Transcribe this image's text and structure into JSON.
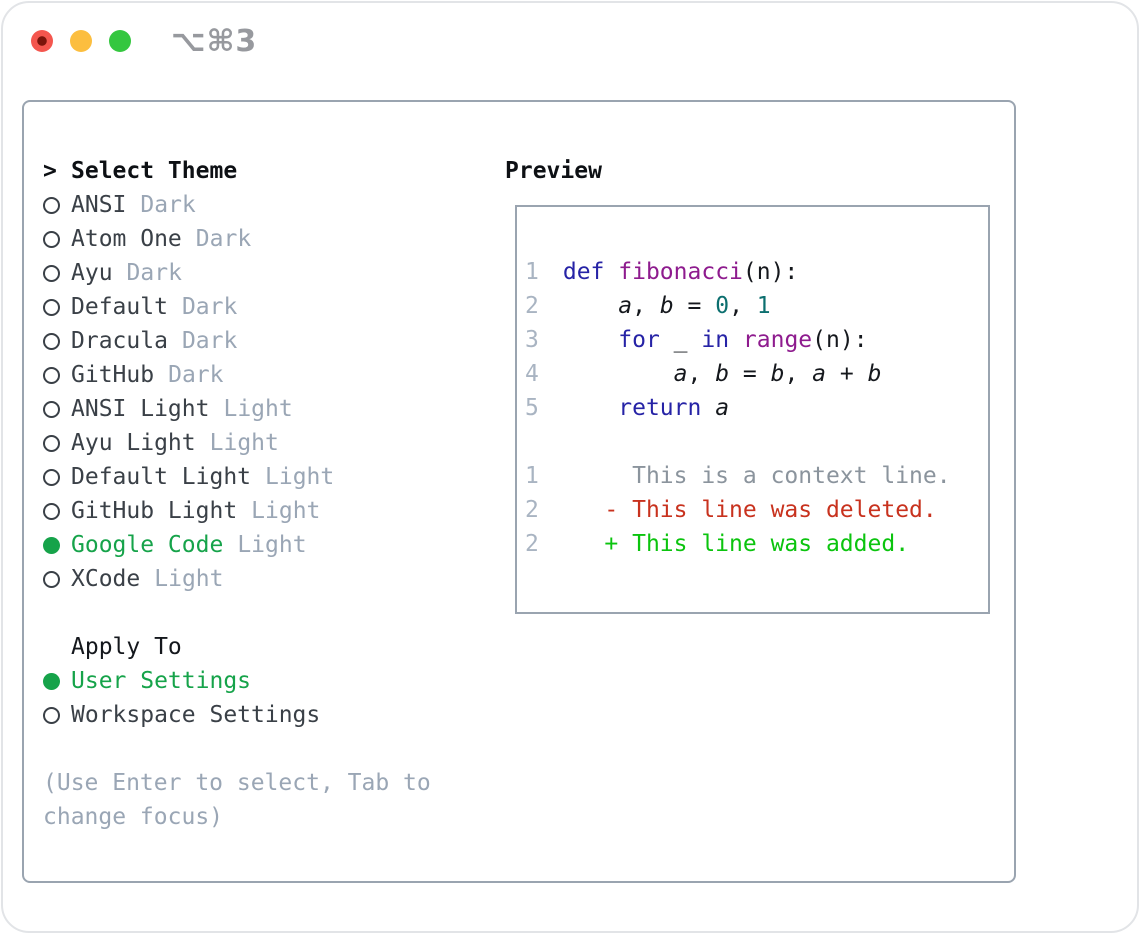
{
  "titlebar": {
    "shortcut": "⌥⌘3"
  },
  "theme_list": {
    "cursor": ">",
    "title": "Select Theme",
    "items": [
      {
        "name": "ANSI",
        "variant": "Dark",
        "selected": false
      },
      {
        "name": "Atom One",
        "variant": "Dark",
        "selected": false
      },
      {
        "name": "Ayu",
        "variant": "Dark",
        "selected": false
      },
      {
        "name": "Default",
        "variant": "Dark",
        "selected": false
      },
      {
        "name": "Dracula",
        "variant": "Dark",
        "selected": false
      },
      {
        "name": "GitHub",
        "variant": "Dark",
        "selected": false
      },
      {
        "name": "ANSI Light",
        "variant": "Light",
        "selected": false
      },
      {
        "name": "Ayu Light",
        "variant": "Light",
        "selected": false
      },
      {
        "name": "Default Light",
        "variant": "Light",
        "selected": false
      },
      {
        "name": "GitHub Light",
        "variant": "Light",
        "selected": false
      },
      {
        "name": "Google Code",
        "variant": "Light",
        "selected": true
      },
      {
        "name": "XCode",
        "variant": "Light",
        "selected": false
      }
    ]
  },
  "apply_to": {
    "title": "Apply To",
    "options": [
      {
        "label": "User Settings",
        "selected": true
      },
      {
        "label": "Workspace Settings",
        "selected": false
      }
    ]
  },
  "help": {
    "text": "(Use Enter to select, Tab to change focus)"
  },
  "preview": {
    "title": "Preview",
    "code_lines": [
      {
        "ln": "1",
        "tokens": [
          [
            "def",
            "kw"
          ],
          [
            " ",
            "pl"
          ],
          [
            "fibonacci",
            "fn"
          ],
          [
            "(n):",
            "pl"
          ]
        ]
      },
      {
        "ln": "2",
        "tokens": [
          [
            "    ",
            "pl"
          ],
          [
            "a",
            "var"
          ],
          [
            ", ",
            "pl"
          ],
          [
            "b",
            "var"
          ],
          [
            " = ",
            "pl"
          ],
          [
            "0",
            "num"
          ],
          [
            ", ",
            "pl"
          ],
          [
            "1",
            "num"
          ]
        ]
      },
      {
        "ln": "3",
        "tokens": [
          [
            "    ",
            "pl"
          ],
          [
            "for",
            "kw"
          ],
          [
            " _ ",
            "pl"
          ],
          [
            "in",
            "kw"
          ],
          [
            " ",
            "pl"
          ],
          [
            "range",
            "fn"
          ],
          [
            "(n):",
            "pl"
          ]
        ]
      },
      {
        "ln": "4",
        "tokens": [
          [
            "        ",
            "pl"
          ],
          [
            "a",
            "var"
          ],
          [
            ", ",
            "pl"
          ],
          [
            "b",
            "var"
          ],
          [
            " = ",
            "pl"
          ],
          [
            "b",
            "var"
          ],
          [
            ", ",
            "pl"
          ],
          [
            "a",
            "var"
          ],
          [
            " + ",
            "pl"
          ],
          [
            "b",
            "var"
          ]
        ]
      },
      {
        "ln": "5",
        "tokens": [
          [
            "    ",
            "pl"
          ],
          [
            "return",
            "kw"
          ],
          [
            " ",
            "pl"
          ],
          [
            "a",
            "var"
          ]
        ]
      }
    ],
    "diff_lines": [
      {
        "ln": "1",
        "tokens": [
          [
            "     This is a context line.",
            "ctx"
          ]
        ]
      },
      {
        "ln": "2",
        "tokens": [
          [
            "   - This line was deleted.",
            "del"
          ]
        ]
      },
      {
        "ln": "2",
        "tokens": [
          [
            "   + This line was added.",
            "add"
          ]
        ]
      }
    ],
    "theme_colors": {
      "keyword": "#2623a6",
      "function": "#8e1b8e",
      "number": "#0c6f6f",
      "plain": "#15181d",
      "line_number": "#a9b4c2",
      "diff_context": "#8b949d",
      "diff_deleted": "#c8321e",
      "diff_added": "#0bc40e",
      "selected_green": "#16a34a"
    }
  }
}
